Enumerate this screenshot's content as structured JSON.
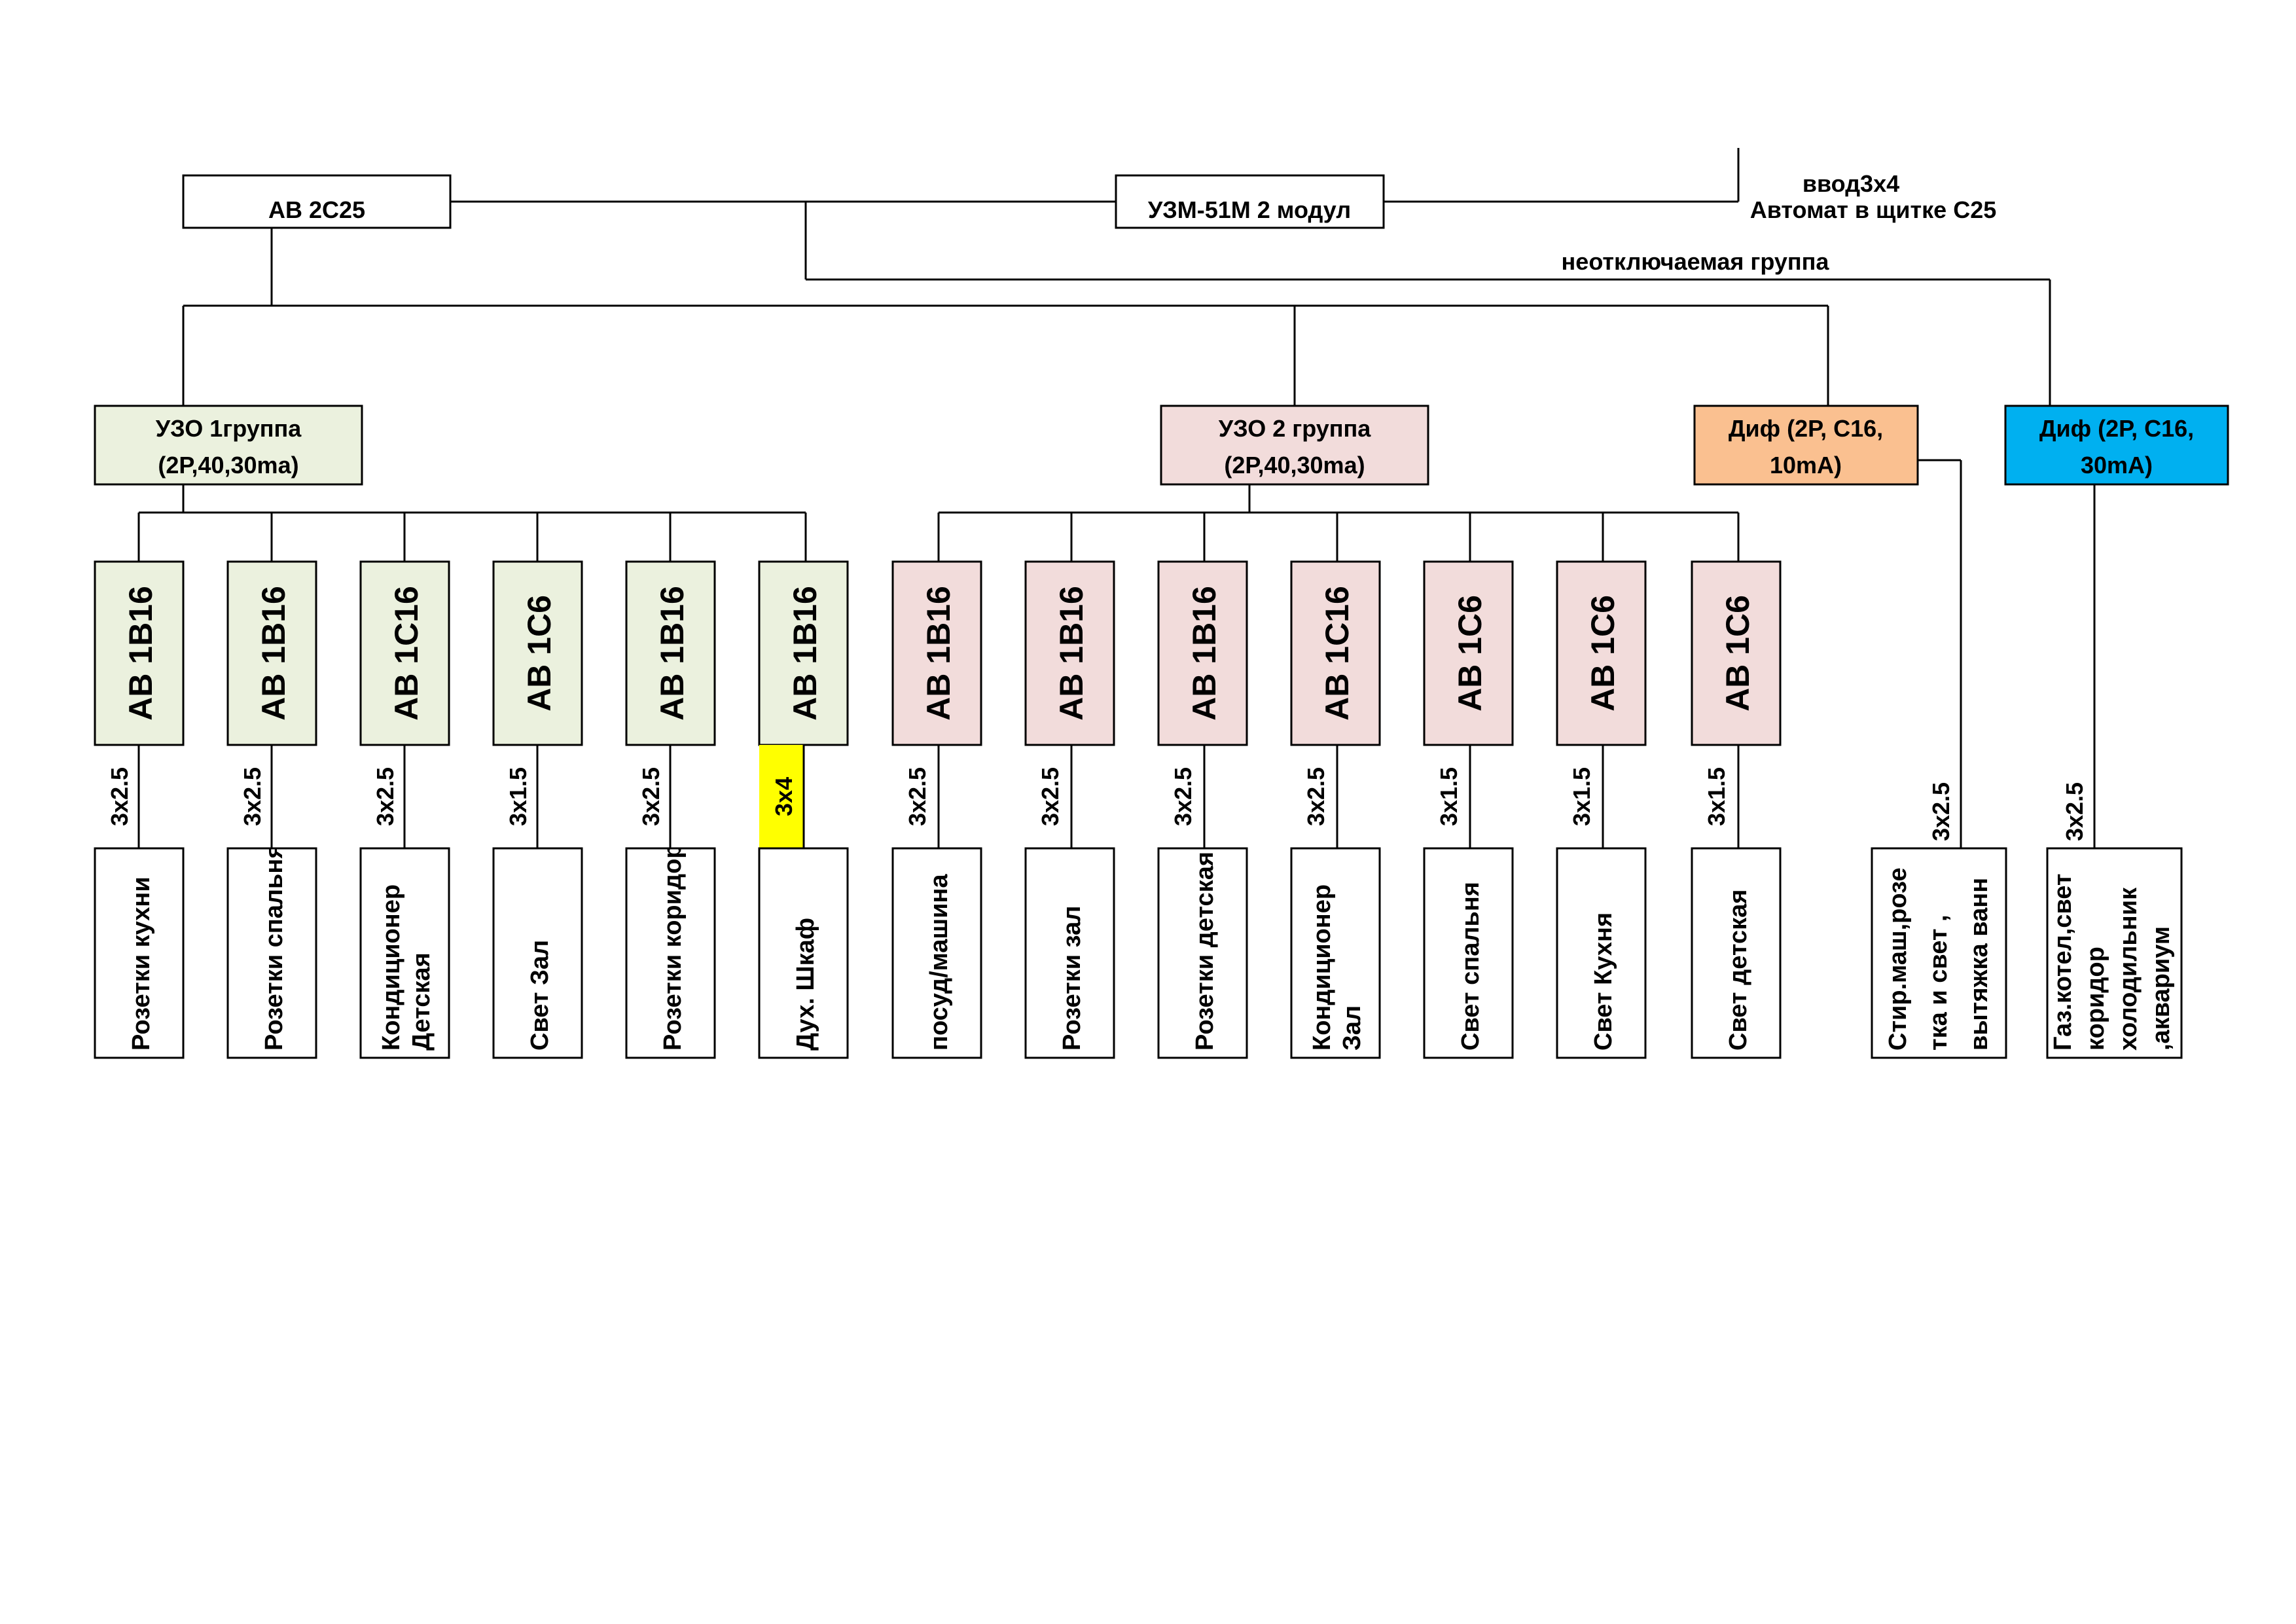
{
  "colors": {
    "wire": "#000000",
    "group1": "#ebf1de",
    "group2": "#f2dcdb",
    "dif_orange": "#fac090",
    "dif_blue": "#00b0f0",
    "highlight": "#ffff00",
    "plain": "#ffffff"
  },
  "header": {
    "main_breaker": "АВ 2С25",
    "voltage_relay": "УЗМ-51М 2 модул",
    "input_line1": "ввод3х4",
    "input_line2": "Автомат в щитке  С25",
    "unswitched_group": "неотключаемая группа"
  },
  "protection": {
    "rcd1": {
      "line1": "УЗО 1группа",
      "line2": "(2Р,40,30ma)"
    },
    "rcd2": {
      "line1": "УЗО 2 группа",
      "line2": "(2Р,40,30ma)"
    },
    "dif1": {
      "line1": "Диф (2Р, С16,",
      "line2": "10mA)"
    },
    "dif2": {
      "line1": "Диф (2Р, С16,",
      "line2": "30mA)"
    }
  },
  "circuits": [
    {
      "breaker": "АВ  1В16",
      "cable": "3х2.5",
      "load": [
        "Розетки кухни"
      ]
    },
    {
      "breaker": "АВ  1В16",
      "cable": "3х2.5",
      "load": [
        "Розетки спальня"
      ]
    },
    {
      "breaker": "АВ  1С16",
      "cable": "3х2.5",
      "load": [
        "Кондиционер",
        "Детская"
      ]
    },
    {
      "breaker": "АВ  1С6",
      "cable": "3х1.5",
      "load": [
        "Свет Зал"
      ]
    },
    {
      "breaker": "АВ  1В16",
      "cable": "3х2.5",
      "load": [
        "Розетки коридор"
      ]
    },
    {
      "breaker": "АВ  1В16",
      "cable": "3х4",
      "load": [
        "Дух. Шкаф"
      ]
    },
    {
      "breaker": "АВ  1В16",
      "cable": "3х2.5",
      "load": [
        "посуд/машина"
      ]
    },
    {
      "breaker": "АВ  1В16",
      "cable": "3х2.5",
      "load": [
        "Розетки зал"
      ]
    },
    {
      "breaker": "АВ  1В16",
      "cable": "3х2.5",
      "load": [
        "Розетки детская"
      ]
    },
    {
      "breaker": "АВ  1С16",
      "cable": "3х2.5",
      "load": [
        "Кондиционер",
        "Зал"
      ]
    },
    {
      "breaker": "АВ  1С6",
      "cable": "3х1.5",
      "load": [
        "Свет спальня"
      ]
    },
    {
      "breaker": "АВ  1С6",
      "cable": "3х1.5",
      "load": [
        "Свет Кухня"
      ]
    },
    {
      "breaker": "АВ  1С6",
      "cable": "3х1.5",
      "load": [
        "Свет детская"
      ]
    }
  ],
  "dif_loads": [
    {
      "cable": "3х2.5",
      "load": [
        "Стир.маш,розе",
        "тка и свет ,",
        "вытяжка ванн"
      ]
    },
    {
      "cable": "3х2.5",
      "load": [
        "Газ.котел,свет",
        "коридор",
        "холодильник",
        ",аквариум"
      ]
    }
  ]
}
